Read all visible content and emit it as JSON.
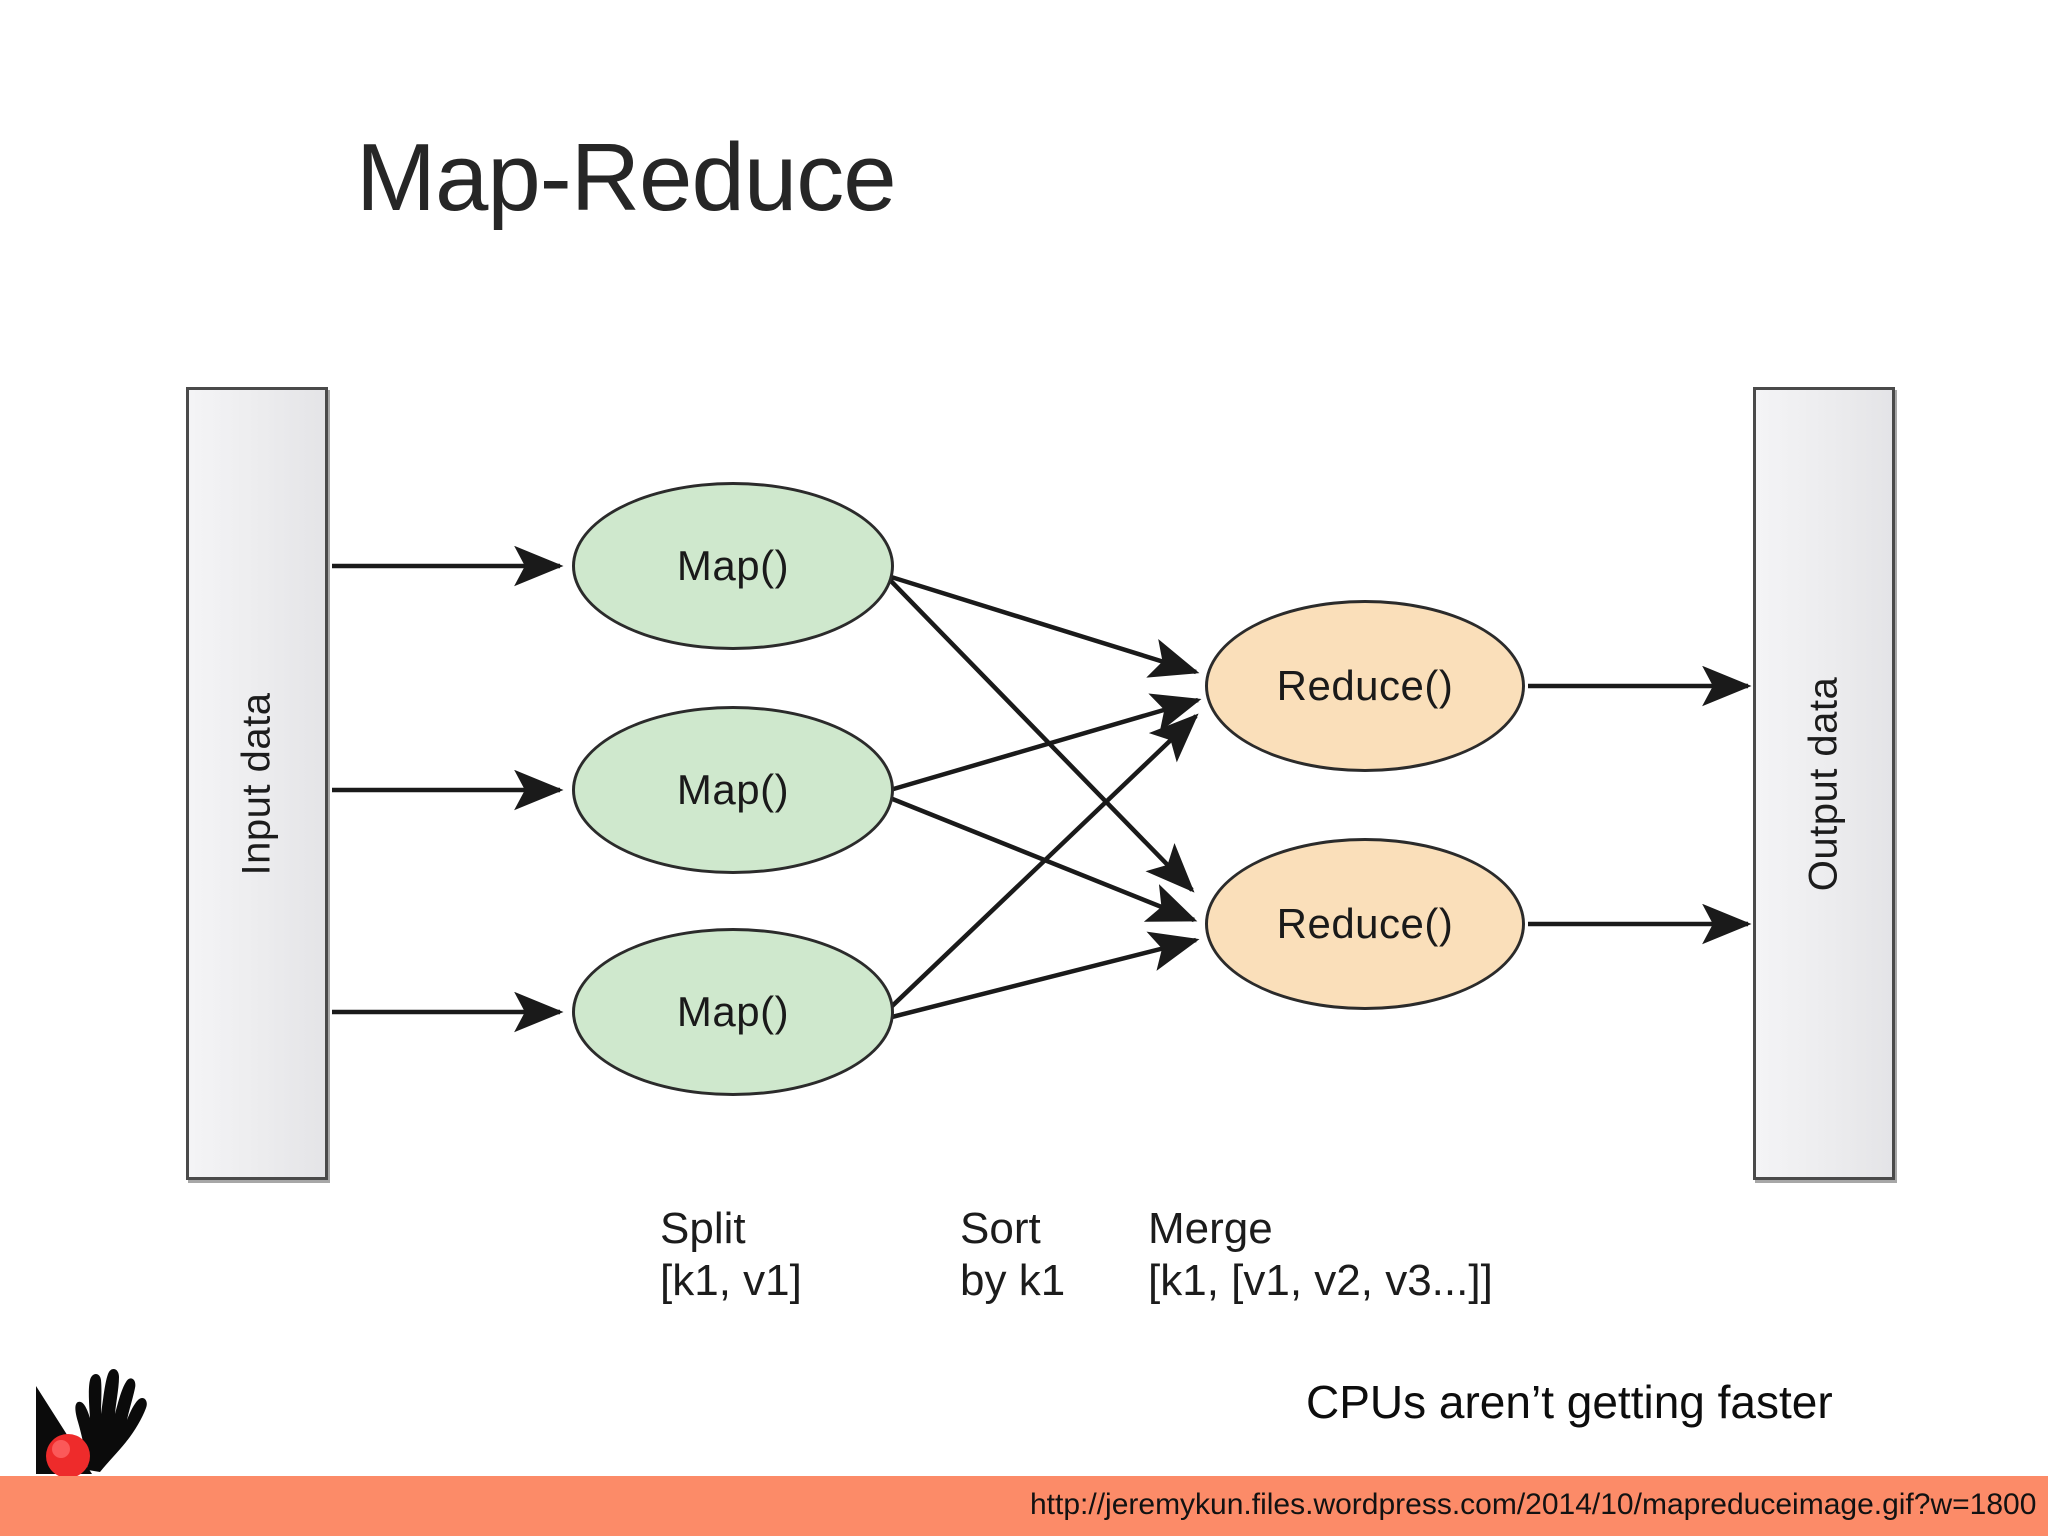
{
  "slide": {
    "title": "Map-Reduce",
    "footer_note": "CPUs aren’t getting faster",
    "background_color": "#ffffff",
    "title_color": "#262626"
  },
  "diagram": {
    "input_bar": {
      "label": "Input data",
      "fill": "#ececee",
      "border": "#4a4a4a"
    },
    "output_bar": {
      "label": "Output data",
      "fill": "#ececee",
      "border": "#4a4a4a"
    },
    "map_nodes": [
      {
        "label": "Map()",
        "fill": "#cfe8cd"
      },
      {
        "label": "Map()",
        "fill": "#cfe8cd"
      },
      {
        "label": "Map()",
        "fill": "#cfe8cd"
      }
    ],
    "reduce_nodes": [
      {
        "label": "Reduce()",
        "fill": "#fadfba"
      },
      {
        "label": "Reduce()",
        "fill": "#fadfba"
      }
    ],
    "stage_captions": [
      {
        "title": "Split",
        "detail": "[k1, v1]"
      },
      {
        "title": "Sort",
        "detail": "by k1"
      },
      {
        "title": "Merge",
        "detail": "[k1, [v1, v2, v3...]]"
      }
    ],
    "arrow_color": "#1a1a1a"
  },
  "logo": {
    "name": "java-duke-logo",
    "nose_color": "#ee2b2b",
    "body_color": "#0b0b0b"
  },
  "source_banner": {
    "url": "http://jeremykun.files.wordpress.com/2014/10/mapreduceimage.gif?w=1800",
    "background_color": "#fc8b68",
    "text_color": "#121212"
  }
}
